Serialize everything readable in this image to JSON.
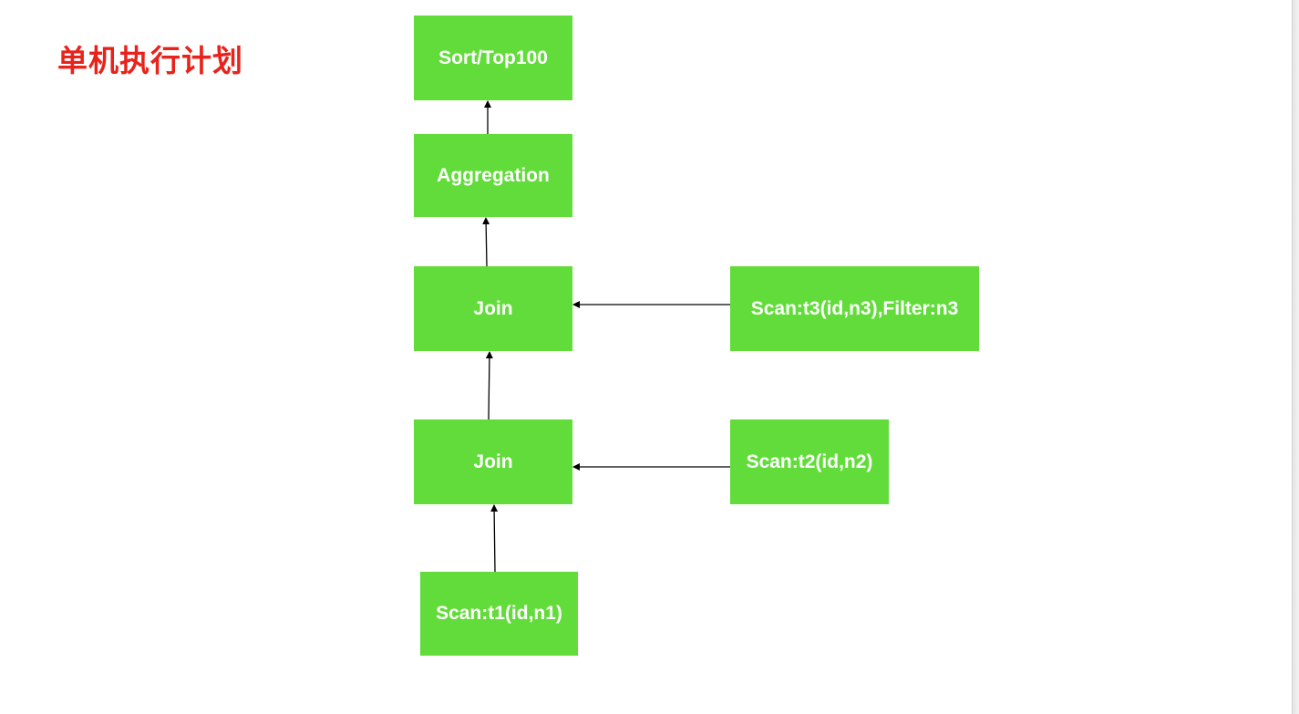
{
  "title": "单机执行计划",
  "nodes": {
    "sort": "Sort/Top100",
    "aggregation": "Aggregation",
    "join_upper": "Join",
    "join_lower": "Join",
    "scan_t1": "Scan:t1(id,n1)",
    "scan_t2": "Scan:t2(id,n2)",
    "scan_t3": "Scan:t3(id,n3),Filter:n3"
  },
  "colors": {
    "node_fill": "#62dc3a",
    "node_text": "#ffffff",
    "title_text": "#e8231b",
    "edge": "#000000"
  }
}
